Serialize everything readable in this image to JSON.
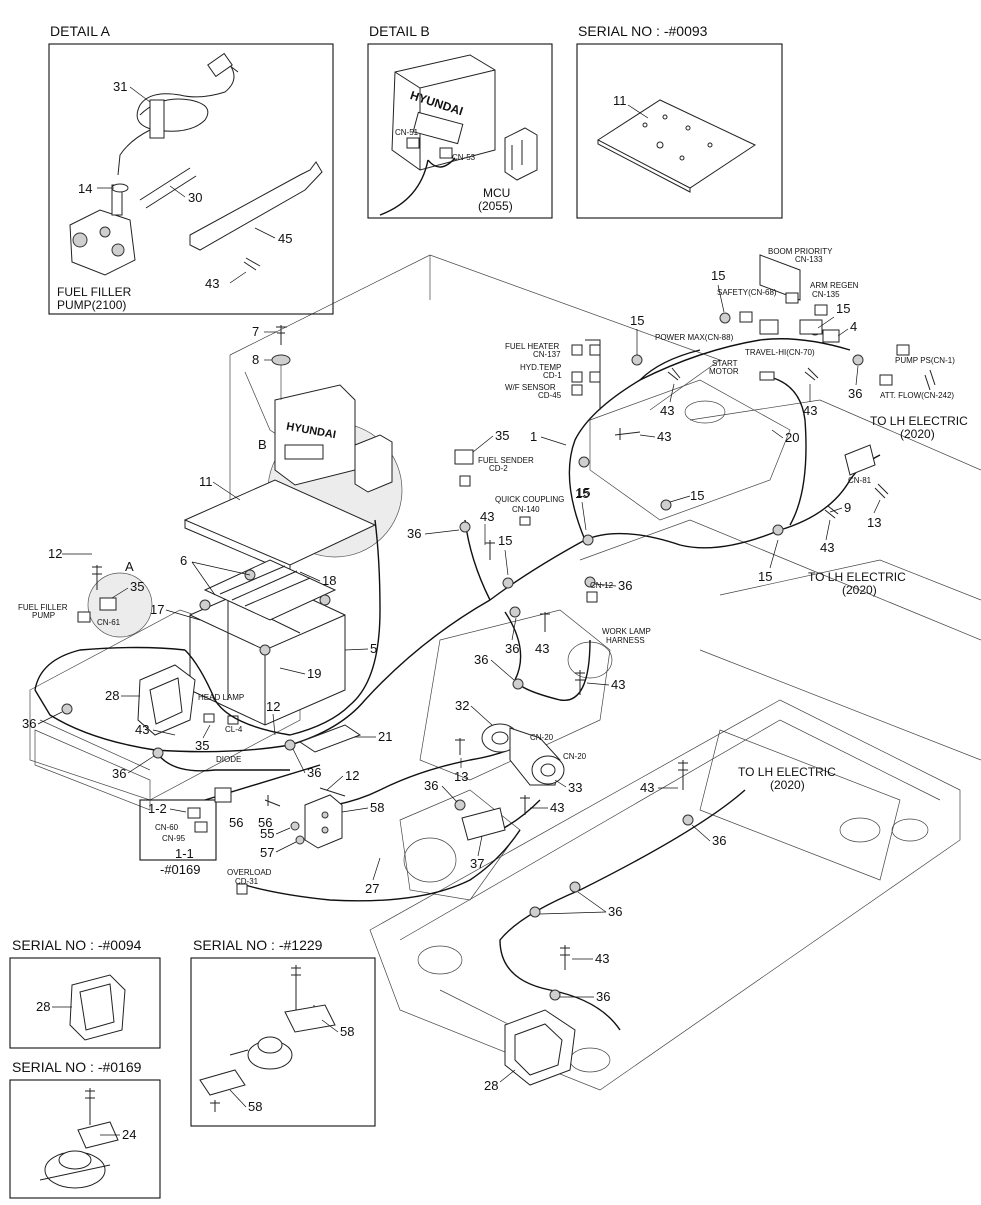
{
  "headers": {
    "detail_a": "DETAIL A",
    "detail_b": "DETAIL B",
    "serial_0093": "SERIAL NO : -#0093",
    "serial_0094": "SERIAL NO : -#0094",
    "serial_1229": "SERIAL NO : -#1229",
    "serial_0169": "SERIAL NO : -#0169"
  },
  "captions": {
    "fuel_filler_pump_a": "FUEL FILLER",
    "fuel_filler_pump_b": "PUMP(2100)",
    "mcu_a": "MCU",
    "mcu_b": "(2055)",
    "hyundai": "HYUNDAI",
    "to_lh_1a": "TO LH ELECTRIC",
    "to_lh_1b": "(2020)",
    "to_lh_2a": "TO LH ELECTRIC",
    "to_lh_2b": "(2020)",
    "to_lh_3a": "TO LH ELECTRIC",
    "to_lh_3b": "(2020)",
    "serial_0169_short": "-#0169"
  },
  "small_labels": {
    "boom_priority": "BOOM PRIORITY",
    "cn133": "CN-133",
    "arm_regen": "ARM REGEN",
    "cn135": "CN-135",
    "safety": "SAFETY(CN-68)",
    "power_max": "POWER MAX(CN-88)",
    "travel_hi": "TRAVEL-HI(CN-70)",
    "start_motor_a": "START",
    "start_motor_b": "MOTOR",
    "pump_ps": "PUMP PS(CN-1)",
    "att_flow": "ATT. FLOW(CN-242)",
    "fuel_heater": "FUEL HEATER",
    "cn137": "CN-137",
    "hyd_temp": "HYD.TEMP",
    "cd1": "CD-1",
    "wif_sensor": "W/F SENSOR",
    "cd45": "CD-45",
    "fuel_sender": "FUEL SENDER",
    "cd2": "CD-2",
    "quick_coupling": "QUICK COUPLING",
    "cn140": "CN-140",
    "cn12": "CN-12",
    "work_lamp": "WORK LAMP",
    "harness": "HARNESS",
    "cn81": "CN-81",
    "fuel_filler_a": "FUEL FILLER",
    "fuel_filler_b": "PUMP",
    "cn61": "CN-61",
    "head_lamp": "HEAD LAMP",
    "cl4": "CL-4",
    "diode": "DIODE",
    "cn60": "CN-60",
    "cn95": "CN-95",
    "overload": "OVERLOAD",
    "cd31": "CD-31",
    "cn20a": "CN-20",
    "cn20b": "CN-20",
    "cn51": "CN-51",
    "cn53": "CN-53"
  },
  "part_numbers": {
    "p31": "31",
    "p14": "14",
    "p30": "30",
    "p45": "45",
    "p43_a": "43",
    "p11_a": "11",
    "p7": "7",
    "p8": "8",
    "pB": "B",
    "p11": "11",
    "p12": "12",
    "pA": "A",
    "p6": "6",
    "p18": "18",
    "p35_a": "35",
    "p17": "17",
    "p5": "5",
    "p19": "19",
    "p28": "28",
    "p43_b": "43",
    "p35_b": "35",
    "p12_b": "12",
    "p36_a": "36",
    "p36_b": "36",
    "p36_c": "36",
    "p21": "21",
    "p12_c": "12",
    "p1_2": "1-2",
    "p1_1": "1-1",
    "p56": "56",
    "p55": "55",
    "p57": "57",
    "p58": "58",
    "p32": "32",
    "p13": "13",
    "p33": "33",
    "p36_d": "36",
    "p37": "37",
    "p43_c": "43",
    "p27": "27",
    "p36_e": "36",
    "p43_d": "43",
    "p15_a": "15",
    "p36_f": "36",
    "p15_b": "15",
    "p36_g": "36",
    "p36_h": "36",
    "p43_e": "43",
    "p15_c": "15",
    "p35_c": "35",
    "p43_f": "43",
    "p1": "1",
    "p43_g": "43",
    "p15_d": "15",
    "p43_h": "43",
    "p15_e": "15",
    "p15_f": "15",
    "p15_g": "15",
    "p4": "4",
    "p36_i": "36",
    "p20": "20",
    "p9": "9",
    "p13_b": "13",
    "p43_i": "43",
    "p15_h": "15",
    "p43_j": "43",
    "p36_j": "36",
    "p36_k": "36",
    "p43_k": "43",
    "p36_l": "36",
    "p28_b": "28",
    "p28_c": "28",
    "p58_b": "58",
    "p58_c": "58",
    "p24": "24"
  }
}
